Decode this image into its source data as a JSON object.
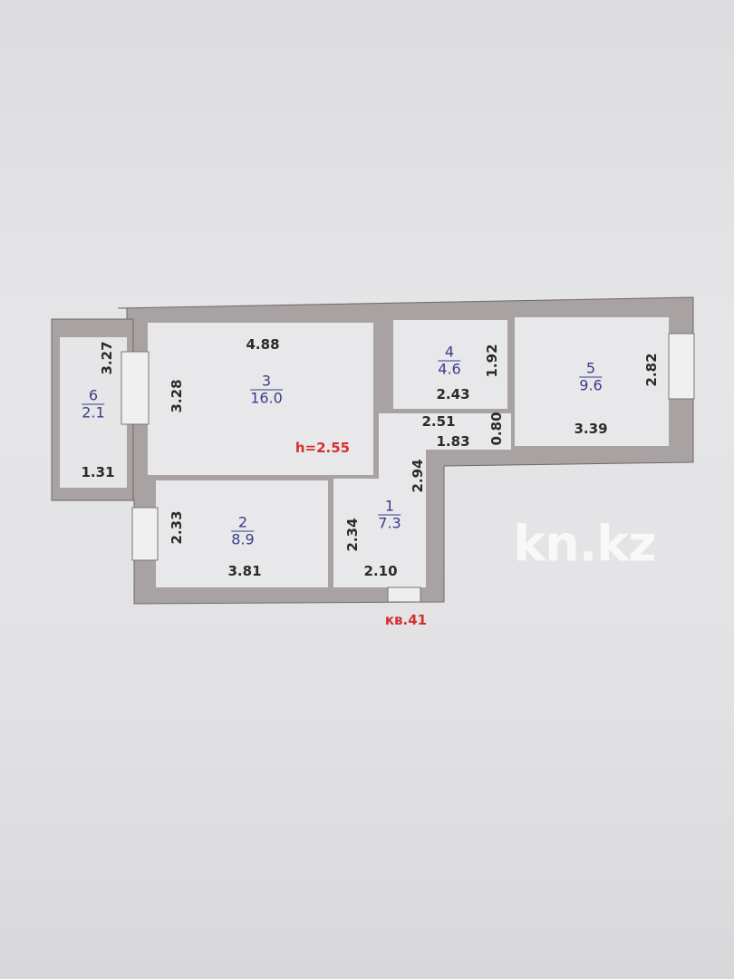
{
  "rooms": [
    {
      "number": "1",
      "area": "7.3"
    },
    {
      "number": "2",
      "area": "8.9"
    },
    {
      "number": "3",
      "area": "16.0"
    },
    {
      "number": "4",
      "area": "4.6"
    },
    {
      "number": "5",
      "area": "9.6"
    },
    {
      "number": "6",
      "area": "2.1"
    }
  ],
  "dimensions": {
    "r3_width": "4.88",
    "r3_height": "3.28",
    "r6_height": "3.27",
    "r6_width": "1.31",
    "r2_height": "2.33",
    "r2_width": "3.81",
    "r1_height": "2.34",
    "r1_width": "2.10",
    "r1_upper": "2.94",
    "r4_height": "1.92",
    "r4_width": "2.43",
    "hall_width": "2.51",
    "hall_width2": "1.83",
    "hall_height": "0.80",
    "r5_height": "2.82",
    "r5_width": "3.39"
  },
  "ceiling_height": "h=2.55",
  "apartment_label": "кв.41",
  "watermark": "kn.kz",
  "colors": {
    "wall": "#a8a2a2",
    "room": "#e8e8ea",
    "area_text": "#3a3c8a",
    "red_text": "#d43030"
  }
}
